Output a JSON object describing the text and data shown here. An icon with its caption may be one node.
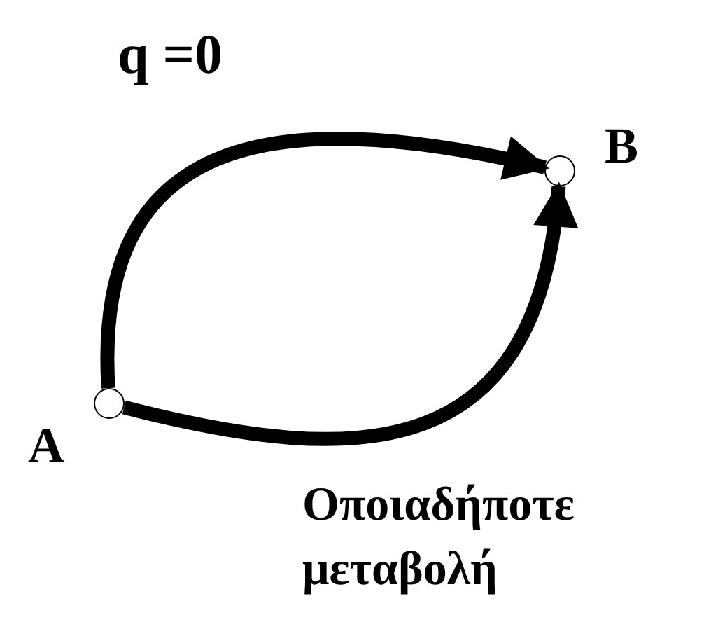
{
  "diagram": {
    "nodes": [
      {
        "text": [],
        "shape": "circle",
        "beside": [
          "A"
        ]
      },
      {
        "text": [],
        "shape": "circle",
        "beside": [
          "B"
        ]
      }
    ],
    "edges": [
      {
        "from": 0,
        "to": 1,
        "arrow": "to",
        "label": "q =0"
      },
      {
        "from": 0,
        "to": 1,
        "arrow": "to",
        "label": "Οποιαδήποτε μεταβολή"
      }
    ]
  }
}
